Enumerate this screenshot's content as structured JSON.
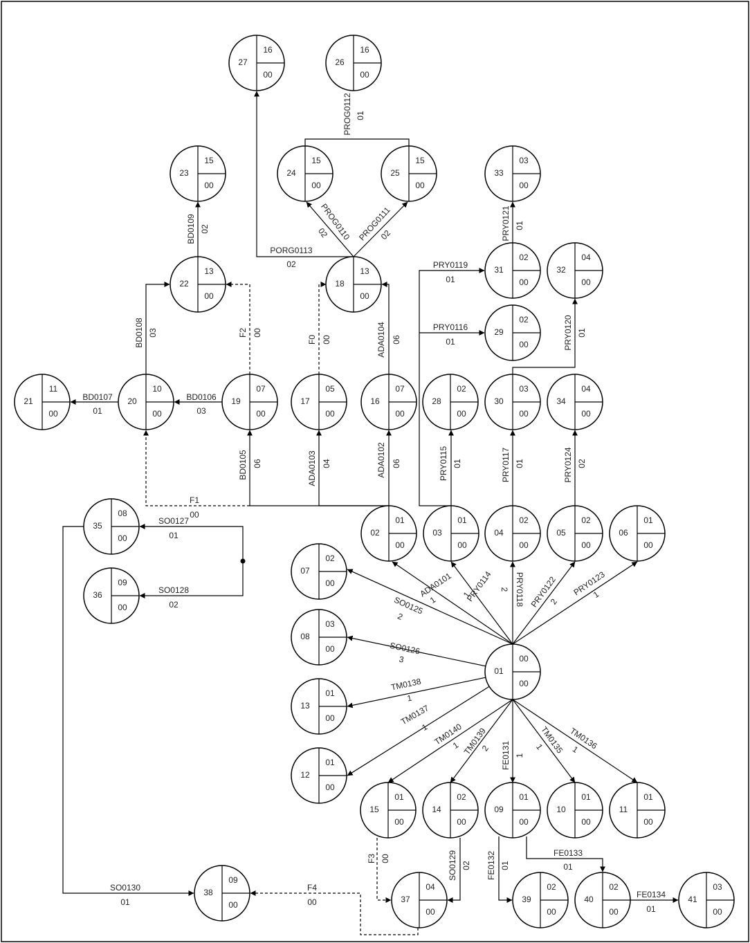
{
  "nodes": [
    {
      "id": "01",
      "top": "00",
      "bottom": "00"
    },
    {
      "id": "02",
      "top": "01",
      "bottom": "00"
    },
    {
      "id": "03",
      "top": "01",
      "bottom": "00"
    },
    {
      "id": "04",
      "top": "02",
      "bottom": "00"
    },
    {
      "id": "05",
      "top": "02",
      "bottom": "00"
    },
    {
      "id": "06",
      "top": "01",
      "bottom": "00"
    },
    {
      "id": "07",
      "top": "02",
      "bottom": "00"
    },
    {
      "id": "08",
      "top": "03",
      "bottom": "00"
    },
    {
      "id": "09",
      "top": "01",
      "bottom": "00"
    },
    {
      "id": "10",
      "top": "01",
      "bottom": "00"
    },
    {
      "id": "11",
      "top": "01",
      "bottom": "00"
    },
    {
      "id": "12",
      "top": "01",
      "bottom": "00"
    },
    {
      "id": "13",
      "top": "01",
      "bottom": "00"
    },
    {
      "id": "14",
      "top": "02",
      "bottom": "00"
    },
    {
      "id": "15",
      "top": "01",
      "bottom": "00"
    },
    {
      "id": "16",
      "top": "07",
      "bottom": "00"
    },
    {
      "id": "17",
      "top": "05",
      "bottom": "00"
    },
    {
      "id": "18",
      "top": "13",
      "bottom": "00"
    },
    {
      "id": "19",
      "top": "07",
      "bottom": "00"
    },
    {
      "id": "20",
      "top": "10",
      "bottom": "00"
    },
    {
      "id": "21",
      "top": "11",
      "bottom": "00"
    },
    {
      "id": "22",
      "top": "13",
      "bottom": "00"
    },
    {
      "id": "23",
      "top": "15",
      "bottom": "00"
    },
    {
      "id": "24",
      "top": "15",
      "bottom": "00"
    },
    {
      "id": "25",
      "top": "15",
      "bottom": "00"
    },
    {
      "id": "26",
      "top": "16",
      "bottom": "00"
    },
    {
      "id": "27",
      "top": "16",
      "bottom": "00"
    },
    {
      "id": "28",
      "top": "02",
      "bottom": "00"
    },
    {
      "id": "29",
      "top": "02",
      "bottom": "00"
    },
    {
      "id": "30",
      "top": "03",
      "bottom": "00"
    },
    {
      "id": "31",
      "top": "02",
      "bottom": "00"
    },
    {
      "id": "32",
      "top": "04",
      "bottom": "00"
    },
    {
      "id": "33",
      "top": "03",
      "bottom": "00"
    },
    {
      "id": "34",
      "top": "04",
      "bottom": "00"
    },
    {
      "id": "35",
      "top": "08",
      "bottom": "00"
    },
    {
      "id": "36",
      "top": "09",
      "bottom": "00"
    },
    {
      "id": "37",
      "top": "04",
      "bottom": "00"
    },
    {
      "id": "38",
      "top": "09",
      "bottom": "00"
    },
    {
      "id": "39",
      "top": "02",
      "bottom": "00"
    },
    {
      "id": "40",
      "top": "02",
      "bottom": "00"
    },
    {
      "id": "41",
      "top": "03",
      "bottom": "00"
    }
  ],
  "edges": [
    {
      "name": "ADA0101",
      "dur": "1",
      "dashed": false
    },
    {
      "name": "PRY0114",
      "dur": "1",
      "dashed": false
    },
    {
      "name": "PRY0118",
      "dur": "2",
      "dashed": false
    },
    {
      "name": "PRY0122",
      "dur": "2",
      "dashed": false
    },
    {
      "name": "PRY0123",
      "dur": "1",
      "dashed": false
    },
    {
      "name": "SO0125",
      "dur": "2",
      "dashed": false
    },
    {
      "name": "SO0126",
      "dur": "3",
      "dashed": false
    },
    {
      "name": "TM0138",
      "dur": "1",
      "dashed": false
    },
    {
      "name": "TM0137",
      "dur": "1",
      "dashed": false
    },
    {
      "name": "TM0140",
      "dur": "1",
      "dashed": false
    },
    {
      "name": "TM0139",
      "dur": "2",
      "dashed": false
    },
    {
      "name": "FE0131",
      "dur": "1",
      "dashed": false
    },
    {
      "name": "TM0135",
      "dur": "1",
      "dashed": false
    },
    {
      "name": "TM0136",
      "dur": "1",
      "dashed": false
    },
    {
      "name": "ADA0102",
      "dur": "06",
      "dashed": false
    },
    {
      "name": "ADA0103",
      "dur": "04",
      "dashed": false
    },
    {
      "name": "BD0105",
      "dur": "06",
      "dashed": false
    },
    {
      "name": "F1",
      "dur": "00",
      "dashed": true
    },
    {
      "name": "ADA0104",
      "dur": "06",
      "dashed": false
    },
    {
      "name": "F0",
      "dur": "00",
      "dashed": true
    },
    {
      "name": "BD0106",
      "dur": "03",
      "dashed": false
    },
    {
      "name": "BD0107",
      "dur": "01",
      "dashed": false
    },
    {
      "name": "BD0108",
      "dur": "03",
      "dashed": false
    },
    {
      "name": "F2",
      "dur": "00",
      "dashed": true
    },
    {
      "name": "BD0109",
      "dur": "02",
      "dashed": false
    },
    {
      "name": "PORG0113",
      "dur": "02",
      "dashed": false
    },
    {
      "name": "PROG0110",
      "dur": "02",
      "dashed": false
    },
    {
      "name": "PROG0111",
      "dur": "02",
      "dashed": false
    },
    {
      "name": "PROG0112",
      "dur": "01",
      "dashed": false
    },
    {
      "name": "PRY0115",
      "dur": "01",
      "dashed": false
    },
    {
      "name": "PRY0116",
      "dur": "01",
      "dashed": false
    },
    {
      "name": "PRY0119",
      "dur": "01",
      "dashed": false
    },
    {
      "name": "PRY0117",
      "dur": "01",
      "dashed": false
    },
    {
      "name": "PRY0120",
      "dur": "01",
      "dashed": false
    },
    {
      "name": "PRY0121",
      "dur": "01",
      "dashed": false
    },
    {
      "name": "PRY0124",
      "dur": "02",
      "dashed": false
    },
    {
      "name": "SO0127",
      "dur": "01",
      "dashed": false
    },
    {
      "name": "SO0128",
      "dur": "02",
      "dashed": false
    },
    {
      "name": "SO0130",
      "dur": "01",
      "dashed": false
    },
    {
      "name": "F3",
      "dur": "00",
      "dashed": true
    },
    {
      "name": "SO0129",
      "dur": "02",
      "dashed": false
    },
    {
      "name": "F4",
      "dur": "00",
      "dashed": true
    },
    {
      "name": "FE0132",
      "dur": "01",
      "dashed": false
    },
    {
      "name": "FE0133",
      "dur": "01",
      "dashed": false
    },
    {
      "name": "FE0134",
      "dur": "01",
      "dashed": false
    }
  ]
}
